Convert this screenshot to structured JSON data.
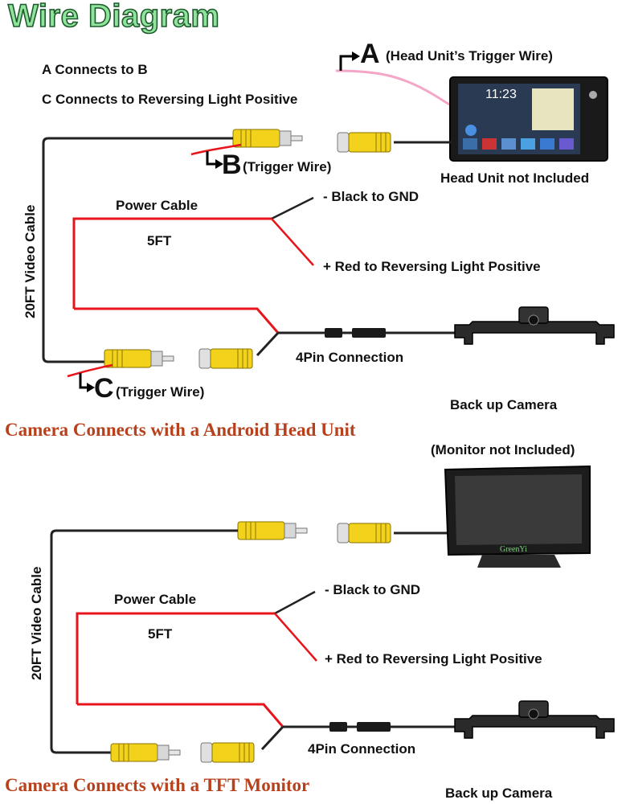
{
  "title": "Wire Diagram",
  "notes": {
    "a_to_b": "A Connects to B",
    "c_to_reverse": "C Connects to Reversing Light Positive"
  },
  "top": {
    "label_a": "A",
    "label_a_desc": "(Head Unit’s Trigger Wire)",
    "label_b": "B",
    "label_b_desc": "(Trigger Wire)",
    "label_c": "C",
    "label_c_desc": "(Trigger Wire)",
    "head_unit_caption": "Head Unit not Included",
    "head_unit_clock": "11:23",
    "power_cable": "Power Cable",
    "length": "5FT",
    "black_gnd": "- Black to GND",
    "red_positive": "+ Red to Reversing Light Positive",
    "video_cable": "20FT Video Cable",
    "pin_connection": "4Pin Connection",
    "camera": "Back up Camera",
    "section_title": "Camera Connects with a Android Head Unit"
  },
  "bottom": {
    "monitor_caption": "(Monitor not Included)",
    "monitor_brand": "GreenYi",
    "power_cable": "Power Cable",
    "length": "5FT",
    "black_gnd": "- Black to GND",
    "red_positive": "+ Red to Reversing Light Positive",
    "video_cable": "20FT Video Cable",
    "pin_connection": "4Pin Connection",
    "camera": "Back up Camera",
    "section_title": "Camera Connects with a TFT Monitor"
  },
  "colors": {
    "title_fill": "#8fe39a",
    "section_title": "#b8411d",
    "rca_yellow": "#f2d21b",
    "red_wire": "#e8141b",
    "pink_wire": "#f4a6c8"
  }
}
